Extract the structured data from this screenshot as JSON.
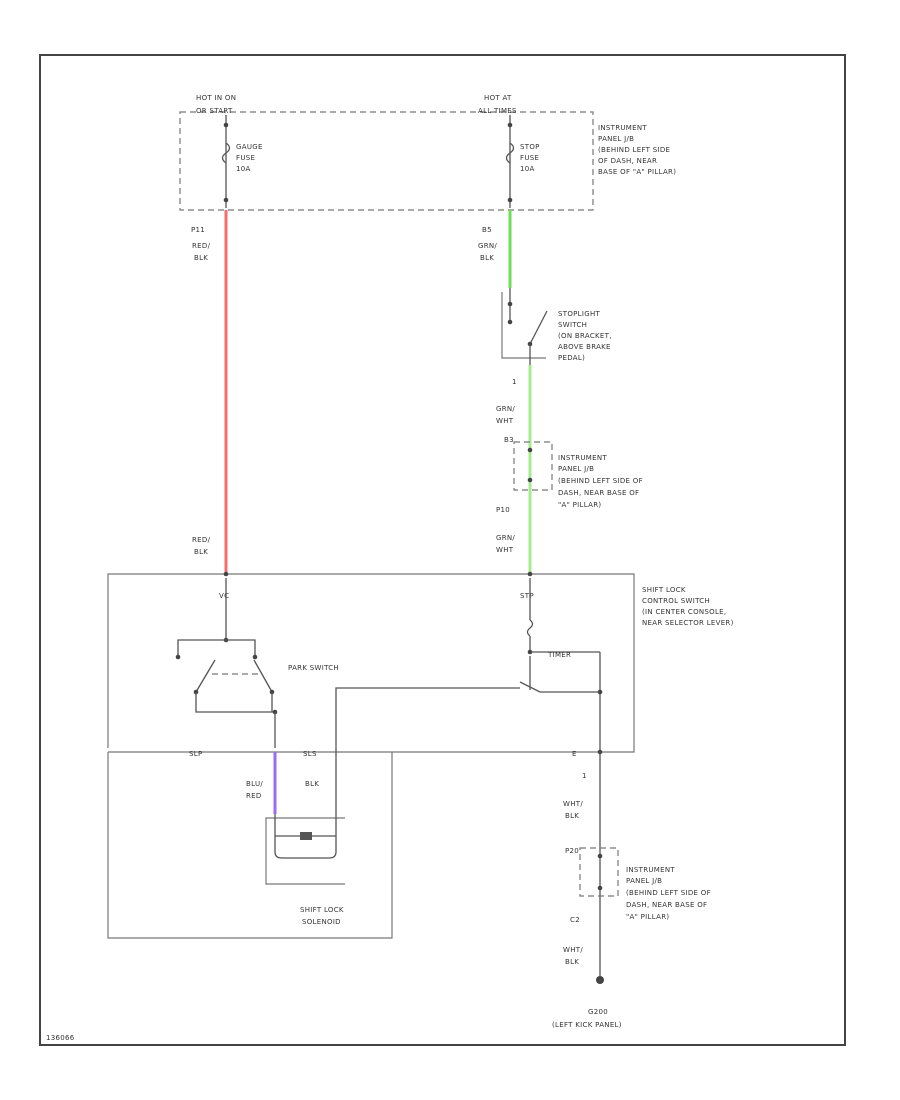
{
  "colors": {
    "red": "#f26d6d",
    "green": "#6fdc5a",
    "light_green": "#a6ec8e",
    "purple": "#9a6cf0"
  },
  "fuse_block": {
    "left_source": [
      "HOT IN ON",
      "OR START"
    ],
    "right_source": [
      "HOT AT",
      "ALL TIMES"
    ],
    "left_fuse": [
      "GAUGE",
      "FUSE",
      "10A"
    ],
    "right_fuse": [
      "STOP",
      "FUSE",
      "10A"
    ],
    "label": [
      "INSTRUMENT",
      "PANEL J/B",
      "(BEHIND LEFT SIDE",
      "OF DASH, NEAR",
      "BASE OF \"A\" PILLAR)"
    ]
  },
  "left_wire": {
    "pin": "P11",
    "color_lines": [
      "RED/",
      "BLK"
    ],
    "lower_color_lines": [
      "RED/",
      "BLK"
    ]
  },
  "right_wire": {
    "pin": "B5",
    "color_lines": [
      "GRN/",
      "BLK"
    ]
  },
  "stoplight_switch": {
    "label": [
      "STOPLIGHT",
      "SWITCH",
      "(ON BRACKET,",
      "ABOVE BRAKE",
      "PEDAL)"
    ],
    "pin": "1",
    "color_lines": [
      "GRN/",
      "WHT"
    ]
  },
  "ip_junction_1": {
    "pin_top": "B3",
    "pin_bottom": "P10",
    "label": [
      "INSTRUMENT",
      "PANEL J/B",
      "(BEHIND LEFT SIDE OF",
      "DASH, NEAR BASE OF",
      "\"A\" PILLAR)"
    ],
    "color_lines": [
      "GRN/",
      "WHT"
    ]
  },
  "shift_lock_control": {
    "label": [
      "SHIFT LOCK",
      "CONTROL SWITCH",
      "(IN CENTER CONSOLE,",
      "NEAR SELECTOR LEVER)"
    ],
    "pin_vc": "VC",
    "pin_stp": "STP",
    "park_switch": "PARK SWITCH",
    "pin_slp": "SLP",
    "pin_sls": "SLS",
    "pin_e": "E",
    "tdelay": "TIMER"
  },
  "solenoid": {
    "wire1_color_lines": [
      "BLU/",
      "RED"
    ],
    "wire2_color": "BLK",
    "label": [
      "SHIFT LOCK",
      "SOLENOID"
    ]
  },
  "ground_wire": {
    "pin": "1",
    "color_lines": [
      "WHT/",
      "BLK"
    ]
  },
  "ip_junction_2": {
    "pin_top": "P20",
    "pin_bottom": "C2",
    "label": [
      "INSTRUMENT",
      "PANEL J/B",
      "(BEHIND LEFT SIDE OF",
      "DASH, NEAR BASE OF",
      "\"A\" PILLAR)"
    ],
    "color_lines": [
      "WHT/",
      "BLK"
    ]
  },
  "ground": {
    "id": "G200",
    "location": "(LEFT KICK PANEL)"
  },
  "diagram_id": "136066"
}
